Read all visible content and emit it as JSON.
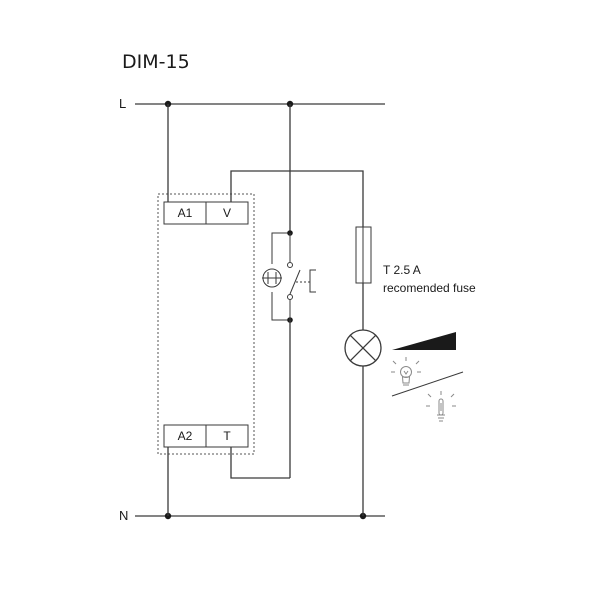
{
  "title": "DIM-15",
  "rails": {
    "line": "L",
    "neutral": "N"
  },
  "terminals": {
    "a1": "A1",
    "v": "V",
    "a2": "A2",
    "t": "T"
  },
  "fuse": {
    "rating": "T 2.5 A",
    "note": "recomended fuse"
  },
  "icons": {
    "lamp": "lamp-cross-icon",
    "brightness": "brightness-ramp-icon",
    "bulb_dim": "bulb-dim-icon",
    "bulb_bright": "bulb-bright-icon",
    "switch": "pushbutton-icon"
  },
  "colors": {
    "line": "#3a3a3a",
    "text": "#1a1a1a",
    "accent_gray": "#8a8a8a"
  }
}
